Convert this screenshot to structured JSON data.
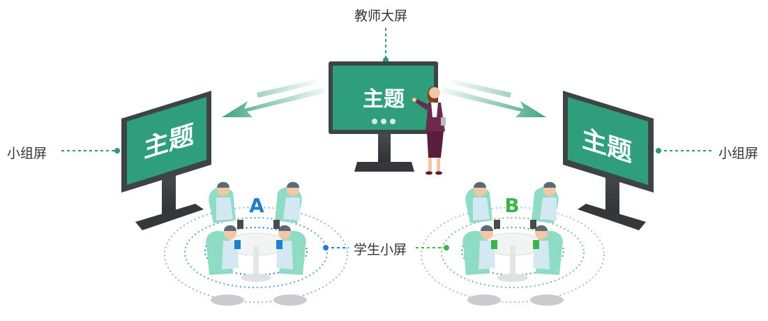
{
  "labels": {
    "teacher_screen": "教师大屏",
    "group_screen_left": "小组屏",
    "group_screen_right": "小组屏",
    "student_screens": "学生小屏"
  },
  "screens": {
    "main_title": "主题",
    "left_title": "主题",
    "right_title": "主题"
  },
  "groups": {
    "a": "A",
    "b": "B"
  },
  "colors": {
    "screen_green": "#2f9e7a",
    "bezel": "#3e4347",
    "connector": "#2e9a72",
    "group_a": "#1e7fd0",
    "group_b": "#3db34a",
    "chair": "#8fdcc4"
  }
}
